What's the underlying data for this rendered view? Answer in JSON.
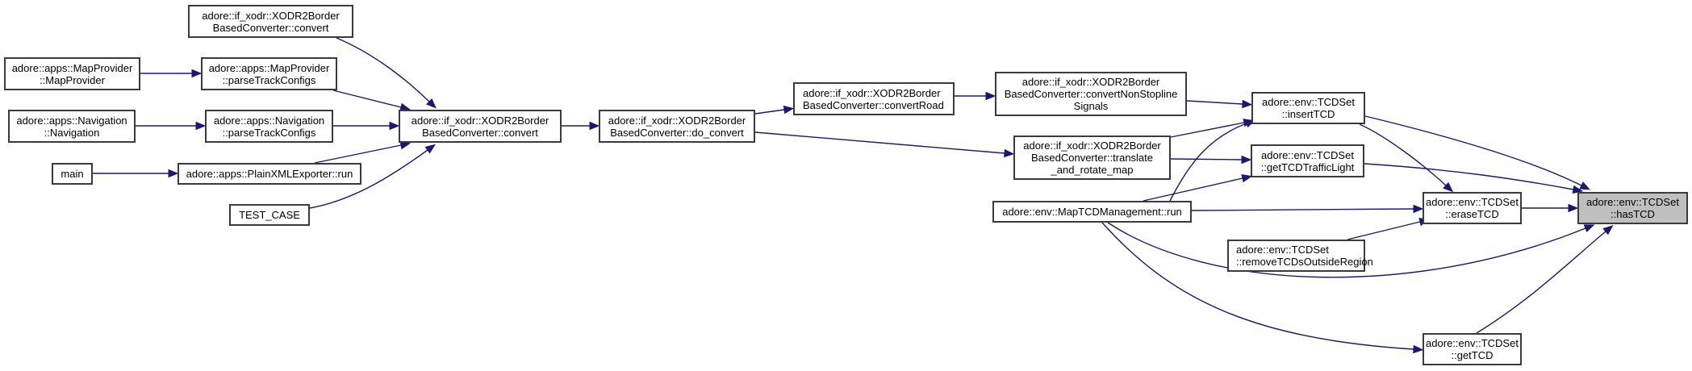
{
  "graph": {
    "type": "caller-graph",
    "current_function": "hasTCD",
    "colors": {
      "edge": "#191970",
      "node_border": "#3b3b3b",
      "current_fill": "#bfbfbf",
      "node_fill": "#ffffff"
    },
    "nodes": {
      "convert_top": "adore::if_xodr::XODR2Border\nBasedConverter::convert",
      "mapprovider_ctor": "adore::apps::MapProvider\n::MapProvider",
      "mapprovider_parse": "adore::apps::MapProvider\n::parseTrackConfigs",
      "navigation_ctor": "adore::apps::Navigation\n::Navigation",
      "navigation_parse": "adore::apps::Navigation\n::parseTrackConfigs",
      "main": "main",
      "plainxml_run": "adore::apps::PlainXMLExporter::run",
      "test_case": "TEST_CASE",
      "convert": "adore::if_xodr::XODR2Border\nBasedConverter::convert",
      "do_convert": "adore::if_xodr::XODR2Border\nBasedConverter::do_convert",
      "convert_road": "adore::if_xodr::XODR2Border\nBasedConverter::convertRoad",
      "convert_nonstopline": "adore::if_xodr::XODR2Border\nBasedConverter::convertNonStopline\nSignals",
      "translate_rotate": "adore::if_xodr::XODR2Border\nBasedConverter::translate\n_and_rotate_map",
      "insert_tcd": "adore::env::TCDSet\n::insertTCD",
      "get_traffic_light": "adore::env::TCDSet\n::getTCDTrafficLight",
      "maptcd_run": "adore::env::MapTCDManagement::run",
      "erase_tcd": "adore::env::TCDSet\n::eraseTCD",
      "remove_outside": "adore::env::TCDSet\n::removeTCDsOutsideRegion",
      "get_tcd": "adore::env::TCDSet\n::getTCD",
      "has_tcd": "adore::env::TCDSet\n::hasTCD"
    },
    "edges": [
      [
        "convert_top",
        "convert"
      ],
      [
        "mapprovider_ctor",
        "mapprovider_parse"
      ],
      [
        "mapprovider_parse",
        "convert"
      ],
      [
        "navigation_ctor",
        "navigation_parse"
      ],
      [
        "navigation_parse",
        "convert"
      ],
      [
        "main",
        "plainxml_run"
      ],
      [
        "plainxml_run",
        "convert"
      ],
      [
        "test_case",
        "convert"
      ],
      [
        "convert",
        "do_convert"
      ],
      [
        "do_convert",
        "convert_road"
      ],
      [
        "do_convert",
        "translate_rotate"
      ],
      [
        "convert_road",
        "convert_nonstopline"
      ],
      [
        "convert_nonstopline",
        "insert_tcd"
      ],
      [
        "translate_rotate",
        "insert_tcd"
      ],
      [
        "translate_rotate",
        "get_traffic_light"
      ],
      [
        "maptcd_run",
        "insert_tcd"
      ],
      [
        "maptcd_run",
        "get_traffic_light"
      ],
      [
        "maptcd_run",
        "erase_tcd"
      ],
      [
        "maptcd_run",
        "has_tcd"
      ],
      [
        "maptcd_run",
        "get_tcd"
      ],
      [
        "insert_tcd",
        "has_tcd"
      ],
      [
        "insert_tcd",
        "erase_tcd"
      ],
      [
        "get_traffic_light",
        "has_tcd"
      ],
      [
        "erase_tcd",
        "has_tcd"
      ],
      [
        "remove_outside",
        "erase_tcd"
      ],
      [
        "get_tcd",
        "has_tcd"
      ]
    ]
  }
}
